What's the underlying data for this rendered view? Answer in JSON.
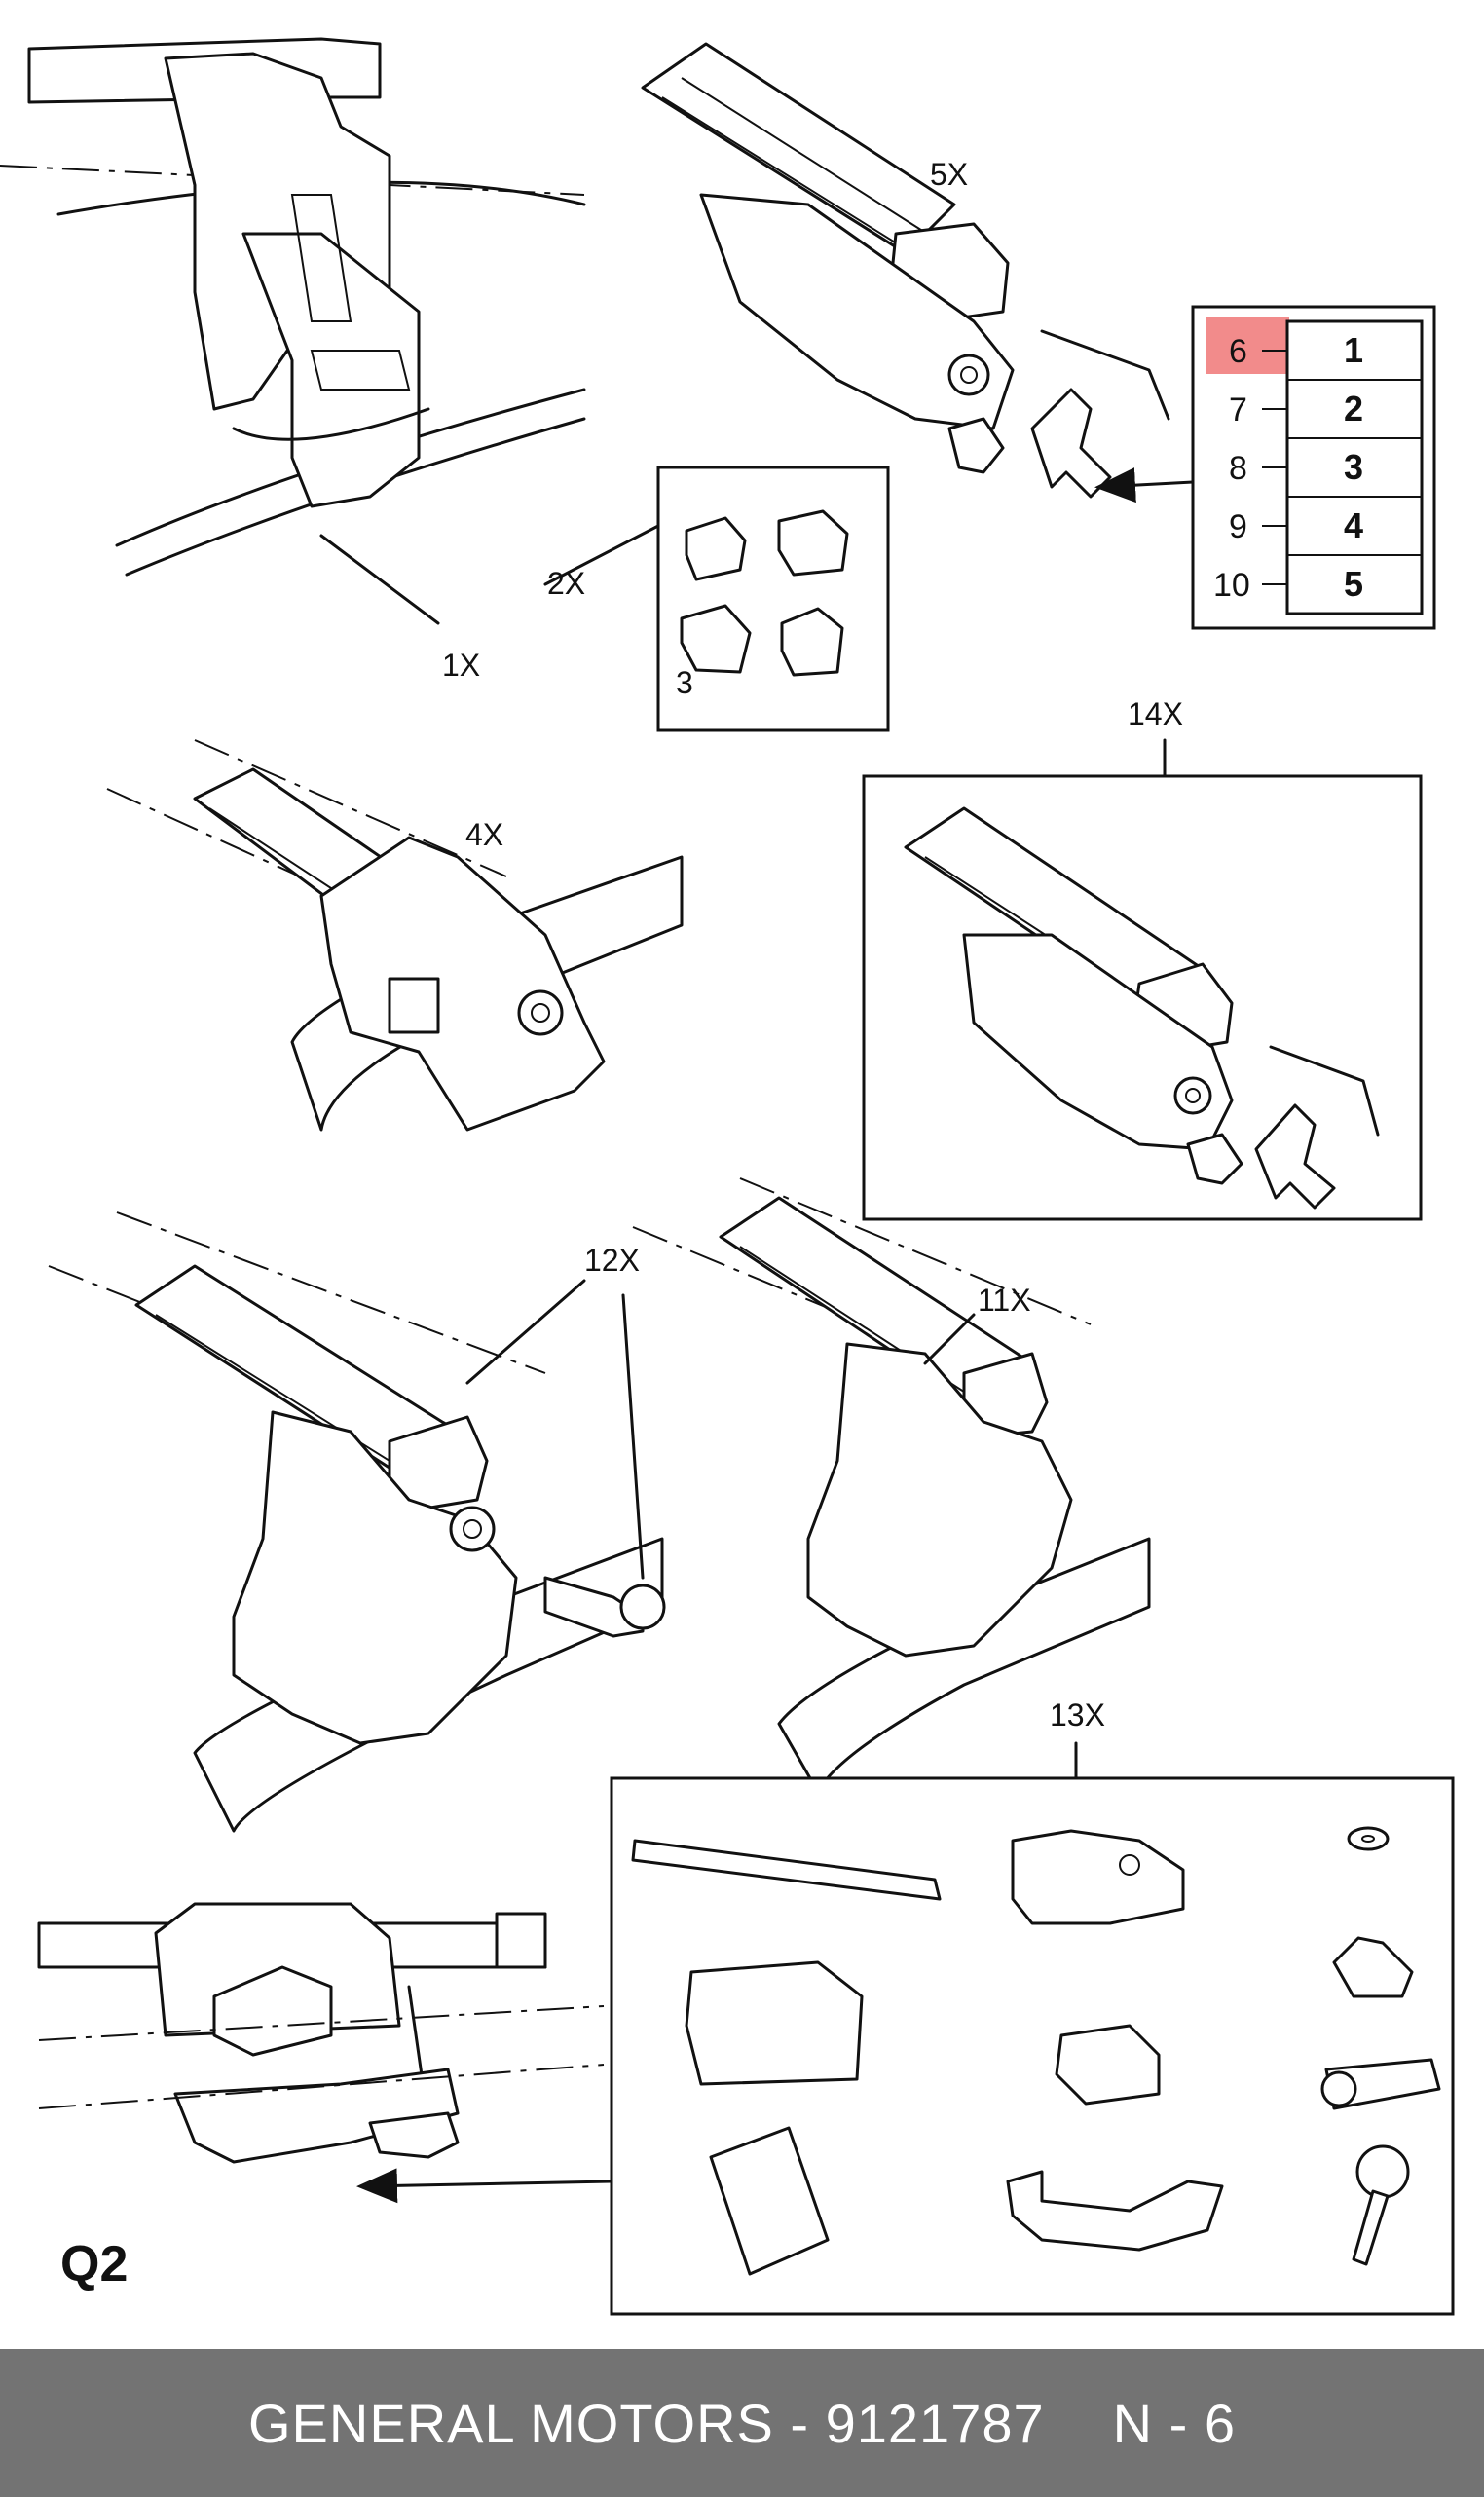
{
  "figure": {
    "code": "Q2",
    "callouts": {
      "c1": "1X",
      "c2": "2X",
      "c3": "3",
      "c4": "4X",
      "c5": "5X",
      "c11": "11X",
      "c12": "12X",
      "c13": "13X",
      "c14": "14X"
    },
    "index_table": {
      "highlight_color": "#f28b8b",
      "rows": [
        {
          "left": "6",
          "right": "1"
        },
        {
          "left": "7",
          "right": "2"
        },
        {
          "left": "8",
          "right": "3"
        },
        {
          "left": "9",
          "right": "4"
        },
        {
          "left": "10",
          "right": "5"
        }
      ]
    }
  },
  "footer": {
    "text": "GENERAL MOTORS - 9121787",
    "page": "N - 6",
    "background": "#737373"
  }
}
